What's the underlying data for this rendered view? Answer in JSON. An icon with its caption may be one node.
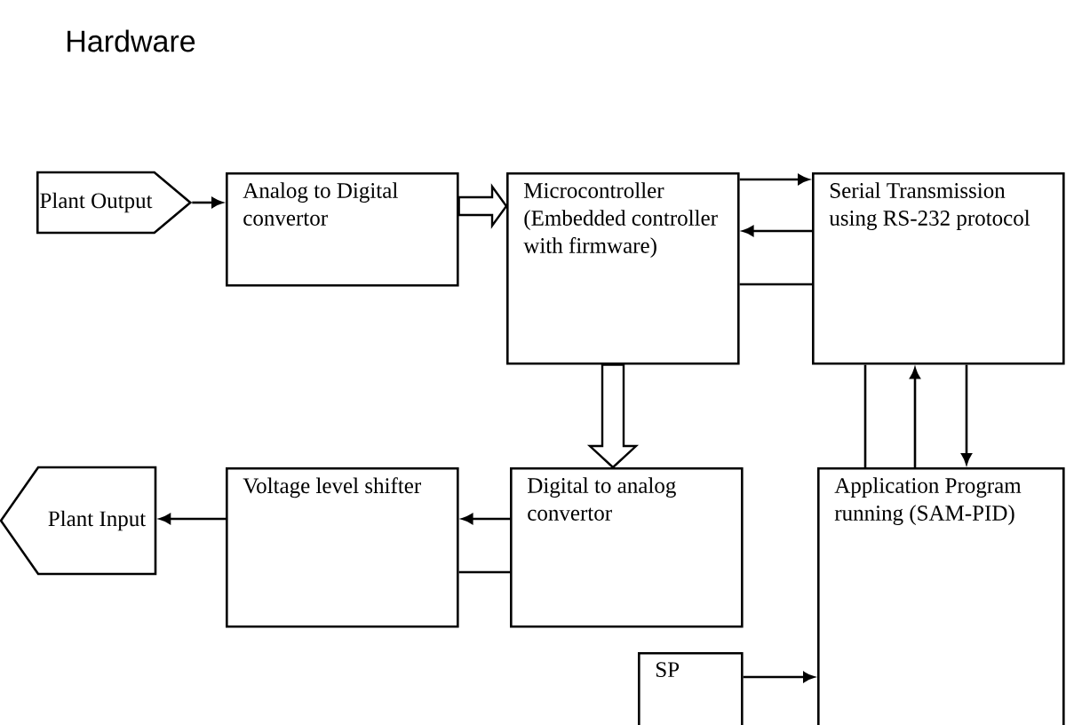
{
  "diagram": {
    "title": "Hardware",
    "nodes": [
      {
        "text": [
          "Plant Output"
        ]
      },
      {
        "text": [
          "Analog to Digital convertor"
        ]
      },
      {
        "text": [
          "Microcontroller (Embedded controller with firmware)"
        ]
      },
      {
        "text": [
          "Serial Transmission using RS-232 protocol"
        ]
      },
      {
        "text": [
          "Plant Input"
        ]
      },
      {
        "text": [
          "Voltage level shifter"
        ]
      },
      {
        "text": [
          "Digital to analog convertor"
        ]
      },
      {
        "text": [
          "Application Program running (SAM-PID)"
        ]
      },
      {
        "text": [
          "SP"
        ]
      }
    ],
    "edges": [
      {
        "from": 0,
        "to": 1,
        "arrow": "to"
      },
      {
        "from": 1,
        "to": 2,
        "arrow": "to",
        "style": "thick"
      },
      {
        "from": 2,
        "to": 3,
        "arrow": "to"
      },
      {
        "from": 3,
        "to": 2,
        "arrow": "to"
      },
      {
        "from": 2,
        "to": 3,
        "arrow": "none"
      },
      {
        "from": 2,
        "to": 6,
        "arrow": "to",
        "style": "thick"
      },
      {
        "from": 6,
        "to": 5,
        "arrow": "to"
      },
      {
        "from": 6,
        "to": 5,
        "arrow": "none"
      },
      {
        "from": 5,
        "to": 4,
        "arrow": "to"
      },
      {
        "from": 7,
        "to": 3,
        "arrow": "to"
      },
      {
        "from": 3,
        "to": 7,
        "arrow": "to"
      },
      {
        "from": 3,
        "to": 7,
        "arrow": "none"
      },
      {
        "from": 8,
        "to": 7,
        "arrow": "to"
      }
    ]
  }
}
